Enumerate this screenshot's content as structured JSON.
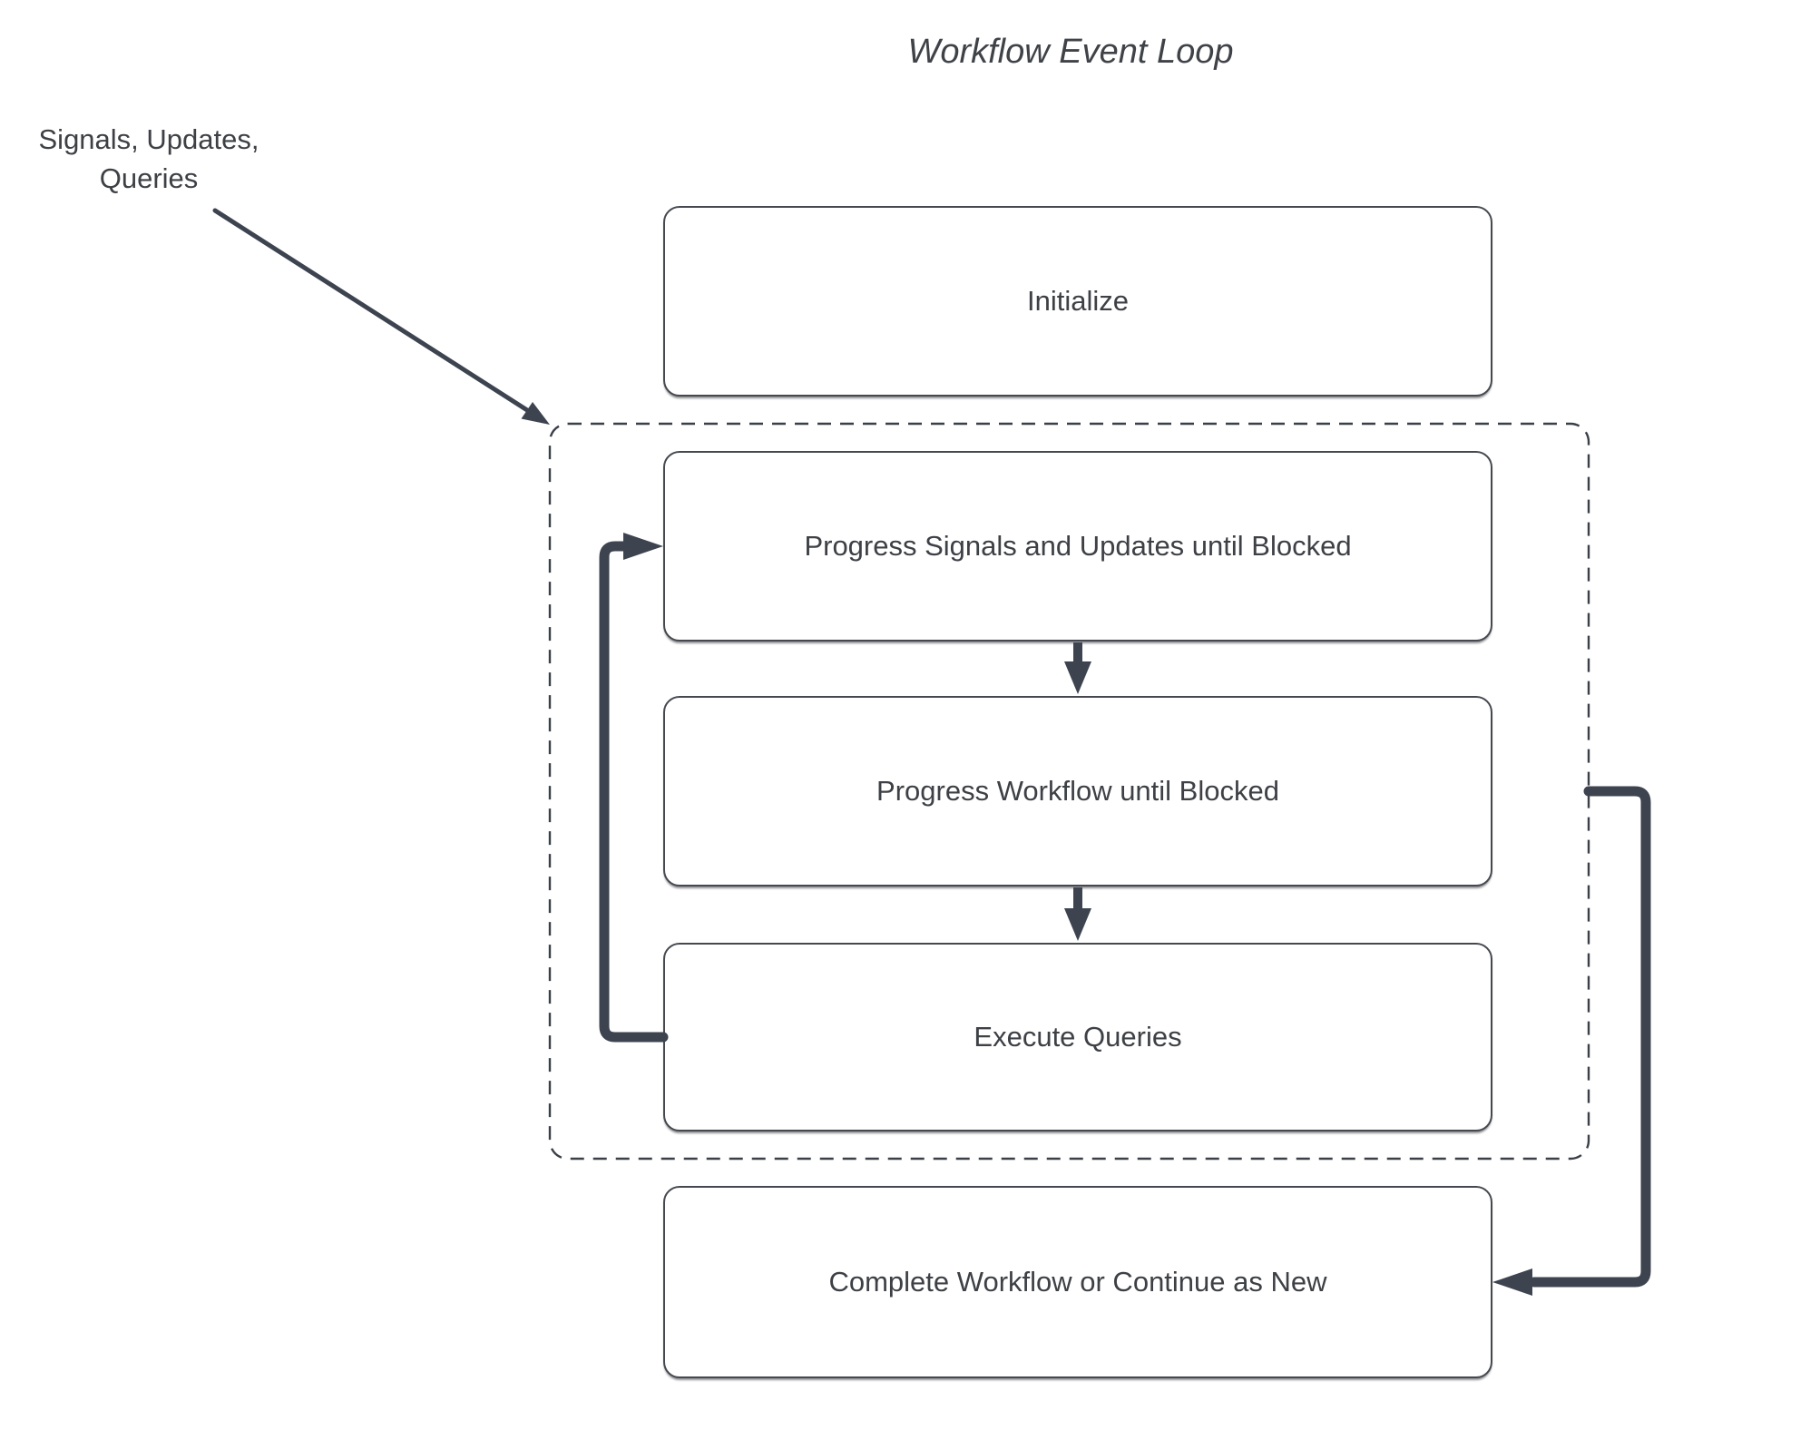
{
  "title": "Workflow Event Loop",
  "external_label": "Signals, Updates,\nQueries",
  "nodes": {
    "initialize": {
      "label": "Initialize"
    },
    "progress_signals": {
      "label": "Progress Signals and Updates until Blocked"
    },
    "progress_workflow": {
      "label": "Progress Workflow until Blocked"
    },
    "execute_queries": {
      "label": "Execute Queries"
    },
    "complete_workflow": {
      "label": "Complete Workflow or Continue as New"
    }
  },
  "container": {
    "name": "event-loop-dashed-container",
    "style": "dashed"
  },
  "edges": [
    {
      "from": "external-signals-updates-queries",
      "to": "event-loop-dashed-container"
    },
    {
      "from": "progress_signals",
      "to": "progress_workflow"
    },
    {
      "from": "progress_workflow",
      "to": "execute_queries"
    },
    {
      "from": "execute_queries",
      "to": "progress_signals",
      "kind": "loop-back"
    },
    {
      "from": "event-loop-dashed-container",
      "to": "complete_workflow"
    }
  ],
  "colors": {
    "background": "#ffffff",
    "arrow": "#3d4450",
    "box_border": "#45494f",
    "dashed_border": "#3a3f48",
    "text": "#3d4045"
  }
}
